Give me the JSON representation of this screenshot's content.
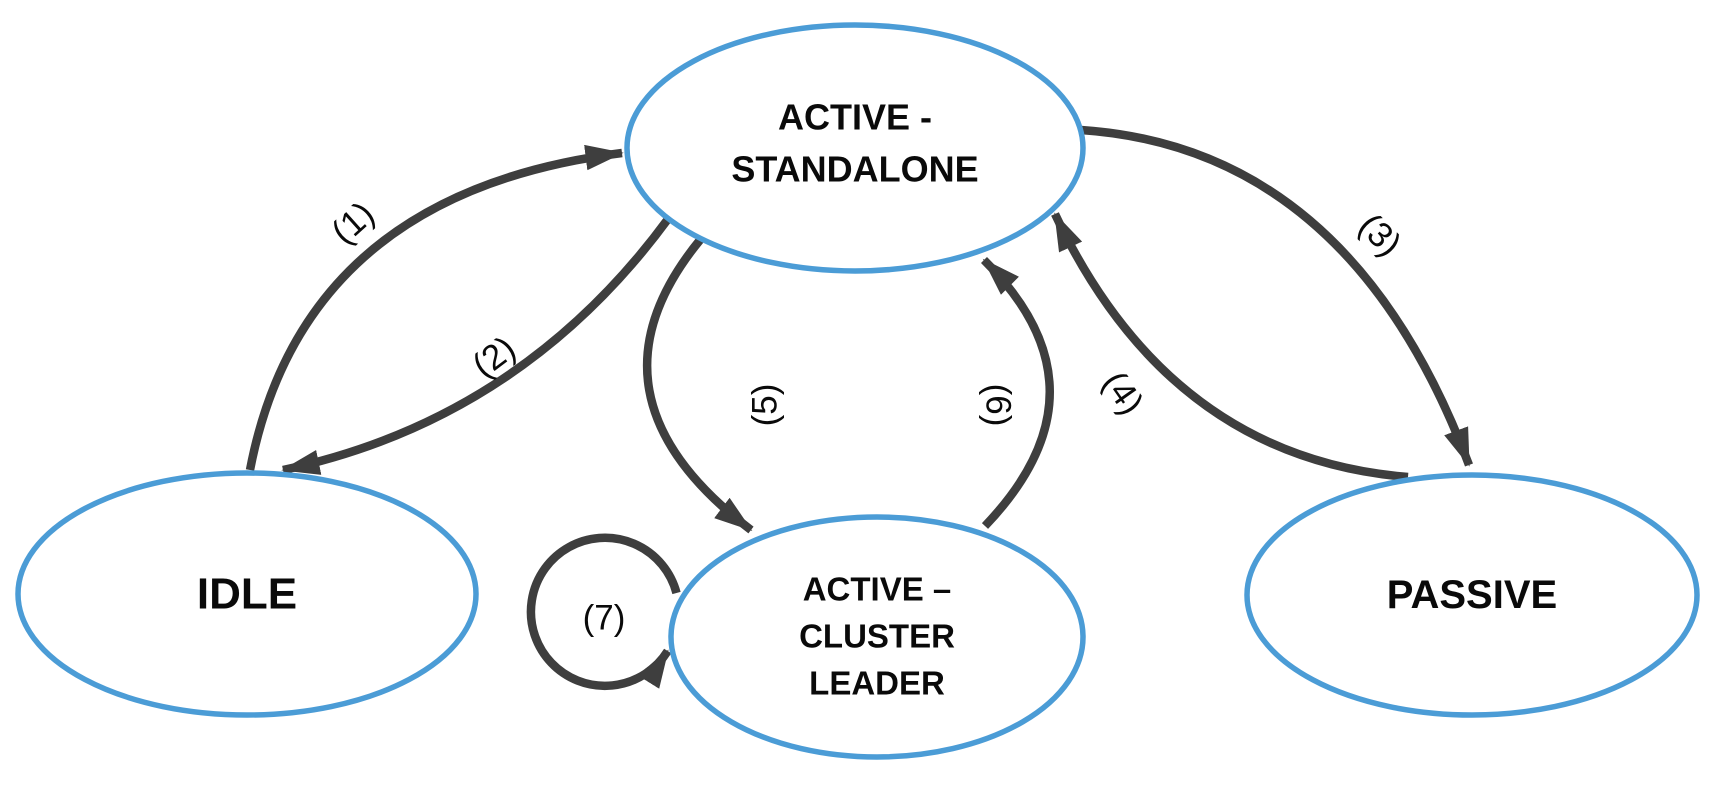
{
  "diagram": {
    "title": "state transition diagram",
    "colors": {
      "background": "#ffffff",
      "state_stroke": "#4b9cd6",
      "state_fill": "#ffffff",
      "arrow": "#3e3e3e",
      "text": "#0a0a0a"
    },
    "states": [
      {
        "id": "active-standalone",
        "lines": [
          "ACTIVE -",
          "STANDALONE"
        ]
      },
      {
        "id": "idle",
        "lines": [
          "IDLE"
        ]
      },
      {
        "id": "active-cluster-leader",
        "lines": [
          "ACTIVE –",
          "CLUSTER",
          "LEADER"
        ]
      },
      {
        "id": "passive",
        "lines": [
          "PASSIVE"
        ]
      }
    ],
    "transitions": [
      {
        "label": "(1)",
        "from": "idle",
        "to": "active-standalone"
      },
      {
        "label": "(2)",
        "from": "active-standalone",
        "to": "idle"
      },
      {
        "label": "(3)",
        "from": "active-standalone",
        "to": "passive"
      },
      {
        "label": "(4)",
        "from": "passive",
        "to": "active-standalone"
      },
      {
        "label": "(5)",
        "from": "active-standalone",
        "to": "active-cluster-leader"
      },
      {
        "label": "(6)",
        "from": "active-cluster-leader",
        "to": "active-standalone"
      },
      {
        "label": "(7)",
        "from": "active-cluster-leader",
        "to": "active-cluster-leader"
      }
    ]
  }
}
